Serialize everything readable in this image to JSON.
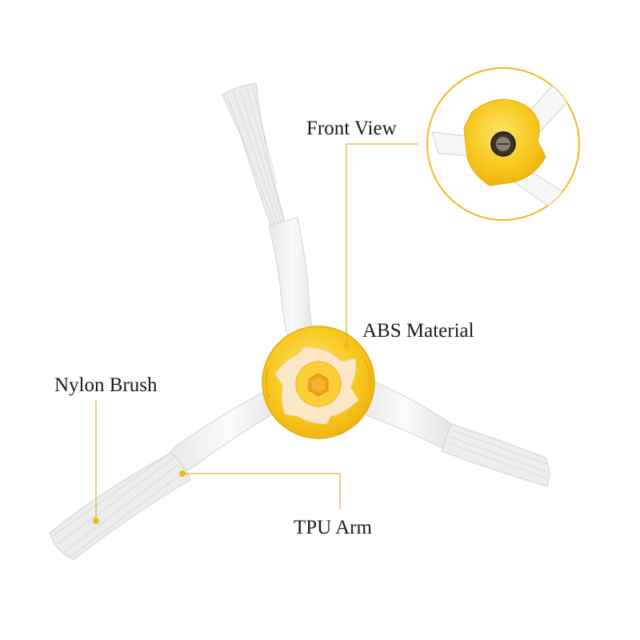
{
  "labels": {
    "front_view": "Front View",
    "abs_material": "ABS Material",
    "nylon_brush": "Nylon Brush",
    "tpu_arm": "TPU Arm"
  },
  "colors": {
    "hub_yellow": "#f7c21c",
    "hub_yellow_light": "#fcd94a",
    "arm_white": "#f4f4f4",
    "arm_shade": "#dedede",
    "bristle": "#e9e9e9",
    "hub_insert": "#fbe3c2",
    "callout_line": "#e2b13a",
    "callout_dot": "#f0b823",
    "text": "#1a1a1a"
  }
}
